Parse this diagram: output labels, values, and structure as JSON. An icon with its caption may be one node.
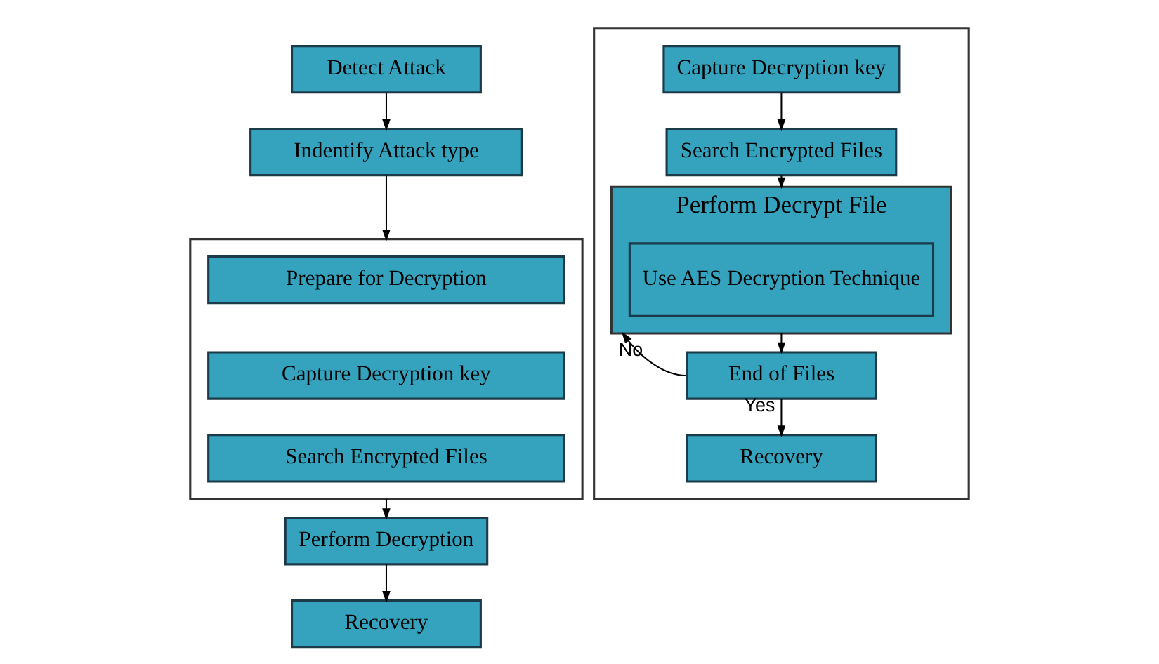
{
  "diagram": {
    "nodes": [
      {
        "text": [
          "Detect Attack"
        ]
      },
      {
        "text": [
          "Indentify Attack type"
        ]
      },
      {
        "text": [],
        "shape": "box"
      },
      {
        "text": [
          "Prepare for Decryption"
        ],
        "in": 2
      },
      {
        "text": [
          "Capture Decryption key"
        ],
        "in": 2
      },
      {
        "text": [
          "Search Encrypted Files"
        ],
        "in": 2
      },
      {
        "text": [
          "Perform Decryption"
        ]
      },
      {
        "text": [
          "Recovery"
        ]
      },
      {
        "text": [],
        "shape": "box"
      },
      {
        "text": [
          "Capture Decryption key"
        ],
        "in": 8
      },
      {
        "text": [
          "Search Encrypted Files"
        ],
        "in": 8
      },
      {
        "text": [
          "Perform Decrypt File"
        ],
        "in": 8
      },
      {
        "text": [
          "Use AES Decryption Technique"
        ],
        "in": 11
      },
      {
        "text": [
          "End of Files"
        ],
        "in": 8
      },
      {
        "text": [
          "Recovery"
        ],
        "in": 8
      }
    ],
    "edges": [
      {
        "from": 0,
        "to": 1,
        "arrow": "to"
      },
      {
        "from": 1,
        "to": 2,
        "arrow": "to"
      },
      {
        "from": 2,
        "to": 6,
        "arrow": "to"
      },
      {
        "from": 6,
        "to": 7,
        "arrow": "to"
      },
      {
        "from": 9,
        "to": 10,
        "arrow": "to"
      },
      {
        "from": 10,
        "to": 11,
        "arrow": "to"
      },
      {
        "from": 11,
        "to": 13,
        "arrow": "to"
      },
      {
        "from": 13,
        "to": 11,
        "arrow": "to",
        "label": "No"
      },
      {
        "from": 13,
        "to": 14,
        "arrow": "to",
        "label": "Yes"
      }
    ]
  }
}
